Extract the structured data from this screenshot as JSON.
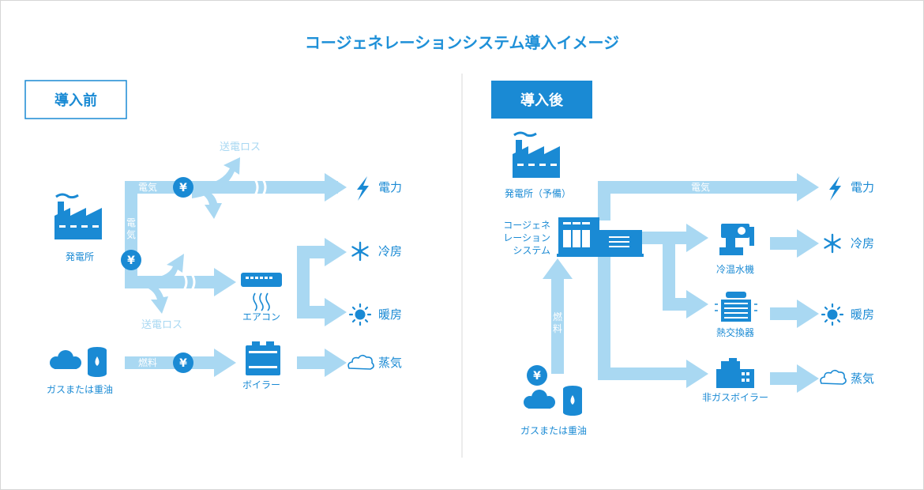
{
  "title": "コージェネレーションシステム導入イメージ",
  "before": {
    "badge": "導入前",
    "plant": "発電所",
    "electricity_line": "電気",
    "electricity_line_vertical": [
      "電",
      "気"
    ],
    "loss_top": "送電ロス",
    "loss_bottom": "送電ロス",
    "aircon": "エアコン",
    "boiler": "ボイラー",
    "fuel_source": "ガスまたは重油",
    "fuel_line": "燃料",
    "yen": "¥",
    "outputs": [
      "電力",
      "冷房",
      "暖房",
      "蒸気"
    ]
  },
  "after": {
    "badge": "導入後",
    "plant": "発電所（予備）",
    "electricity_line": "電気",
    "cogen": [
      "コージェネ",
      "レーション",
      "システム"
    ],
    "fuel_line_vertical": [
      "燃",
      "料"
    ],
    "chiller": "冷温水機",
    "heat_exchanger": "熱交換器",
    "non_gas_boiler": "非ガスボイラー",
    "fuel_source": "ガスまたは重油",
    "yen": "¥",
    "outputs": [
      "電力",
      "冷房",
      "暖房",
      "蒸気"
    ]
  },
  "colors": {
    "accent": "#1e90d8",
    "arrow": "#a9d8f2",
    "icon": "#1a8ad4",
    "divider": "#d9d9d9"
  }
}
